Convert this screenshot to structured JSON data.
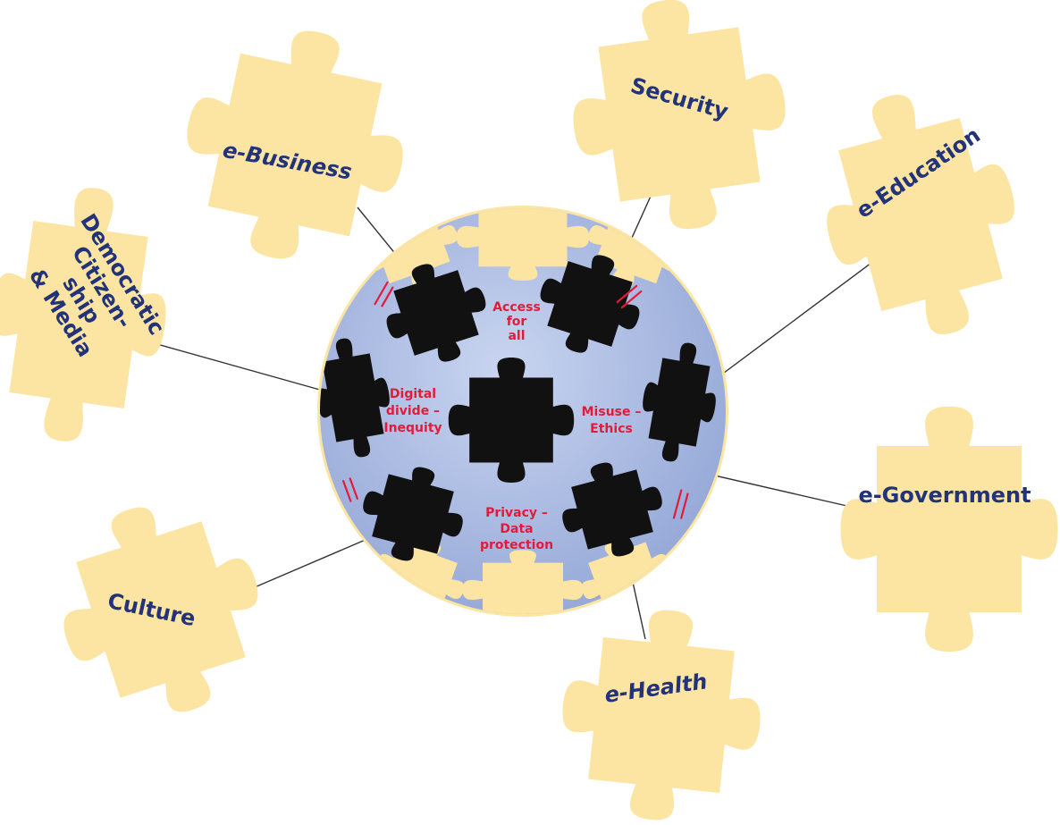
{
  "colors": {
    "piece_fill": "#fce5a2",
    "globe_blue": "#b2c2e6",
    "globe_black": "#111111",
    "outer_text": "#22337a",
    "inner_text": "#e31b3a",
    "connector": "#333333"
  },
  "outer_pieces": [
    {
      "id": "e-business",
      "text": "e-Business",
      "italic": true,
      "icon": "puzzle-piece"
    },
    {
      "id": "security",
      "text": "Security",
      "italic": false,
      "icon": "puzzle-piece"
    },
    {
      "id": "e-education",
      "text": "e-Education",
      "italic": false,
      "icon": "puzzle-piece"
    },
    {
      "id": "democratic",
      "lines": [
        "Democratic",
        "Citizen-",
        "ship",
        "& Media"
      ],
      "icon": "puzzle-piece"
    },
    {
      "id": "e-government",
      "text": "e-Government",
      "italic": false,
      "icon": "puzzle-piece"
    },
    {
      "id": "culture",
      "text": "Culture",
      "italic": false,
      "icon": "puzzle-piece"
    },
    {
      "id": "e-health",
      "text": "e-Health",
      "italic": true,
      "icon": "puzzle-piece"
    }
  ],
  "globe_pieces": [
    {
      "id": "access",
      "lines": [
        "Access",
        "for",
        "all"
      ]
    },
    {
      "id": "digital-divide",
      "lines": [
        "Digital",
        "divide –",
        "Inequity"
      ]
    },
    {
      "id": "misuse",
      "lines": [
        "Misuse –",
        "Ethics"
      ]
    },
    {
      "id": "privacy",
      "lines": [
        "Privacy –",
        "Data",
        "protection"
      ]
    }
  ]
}
